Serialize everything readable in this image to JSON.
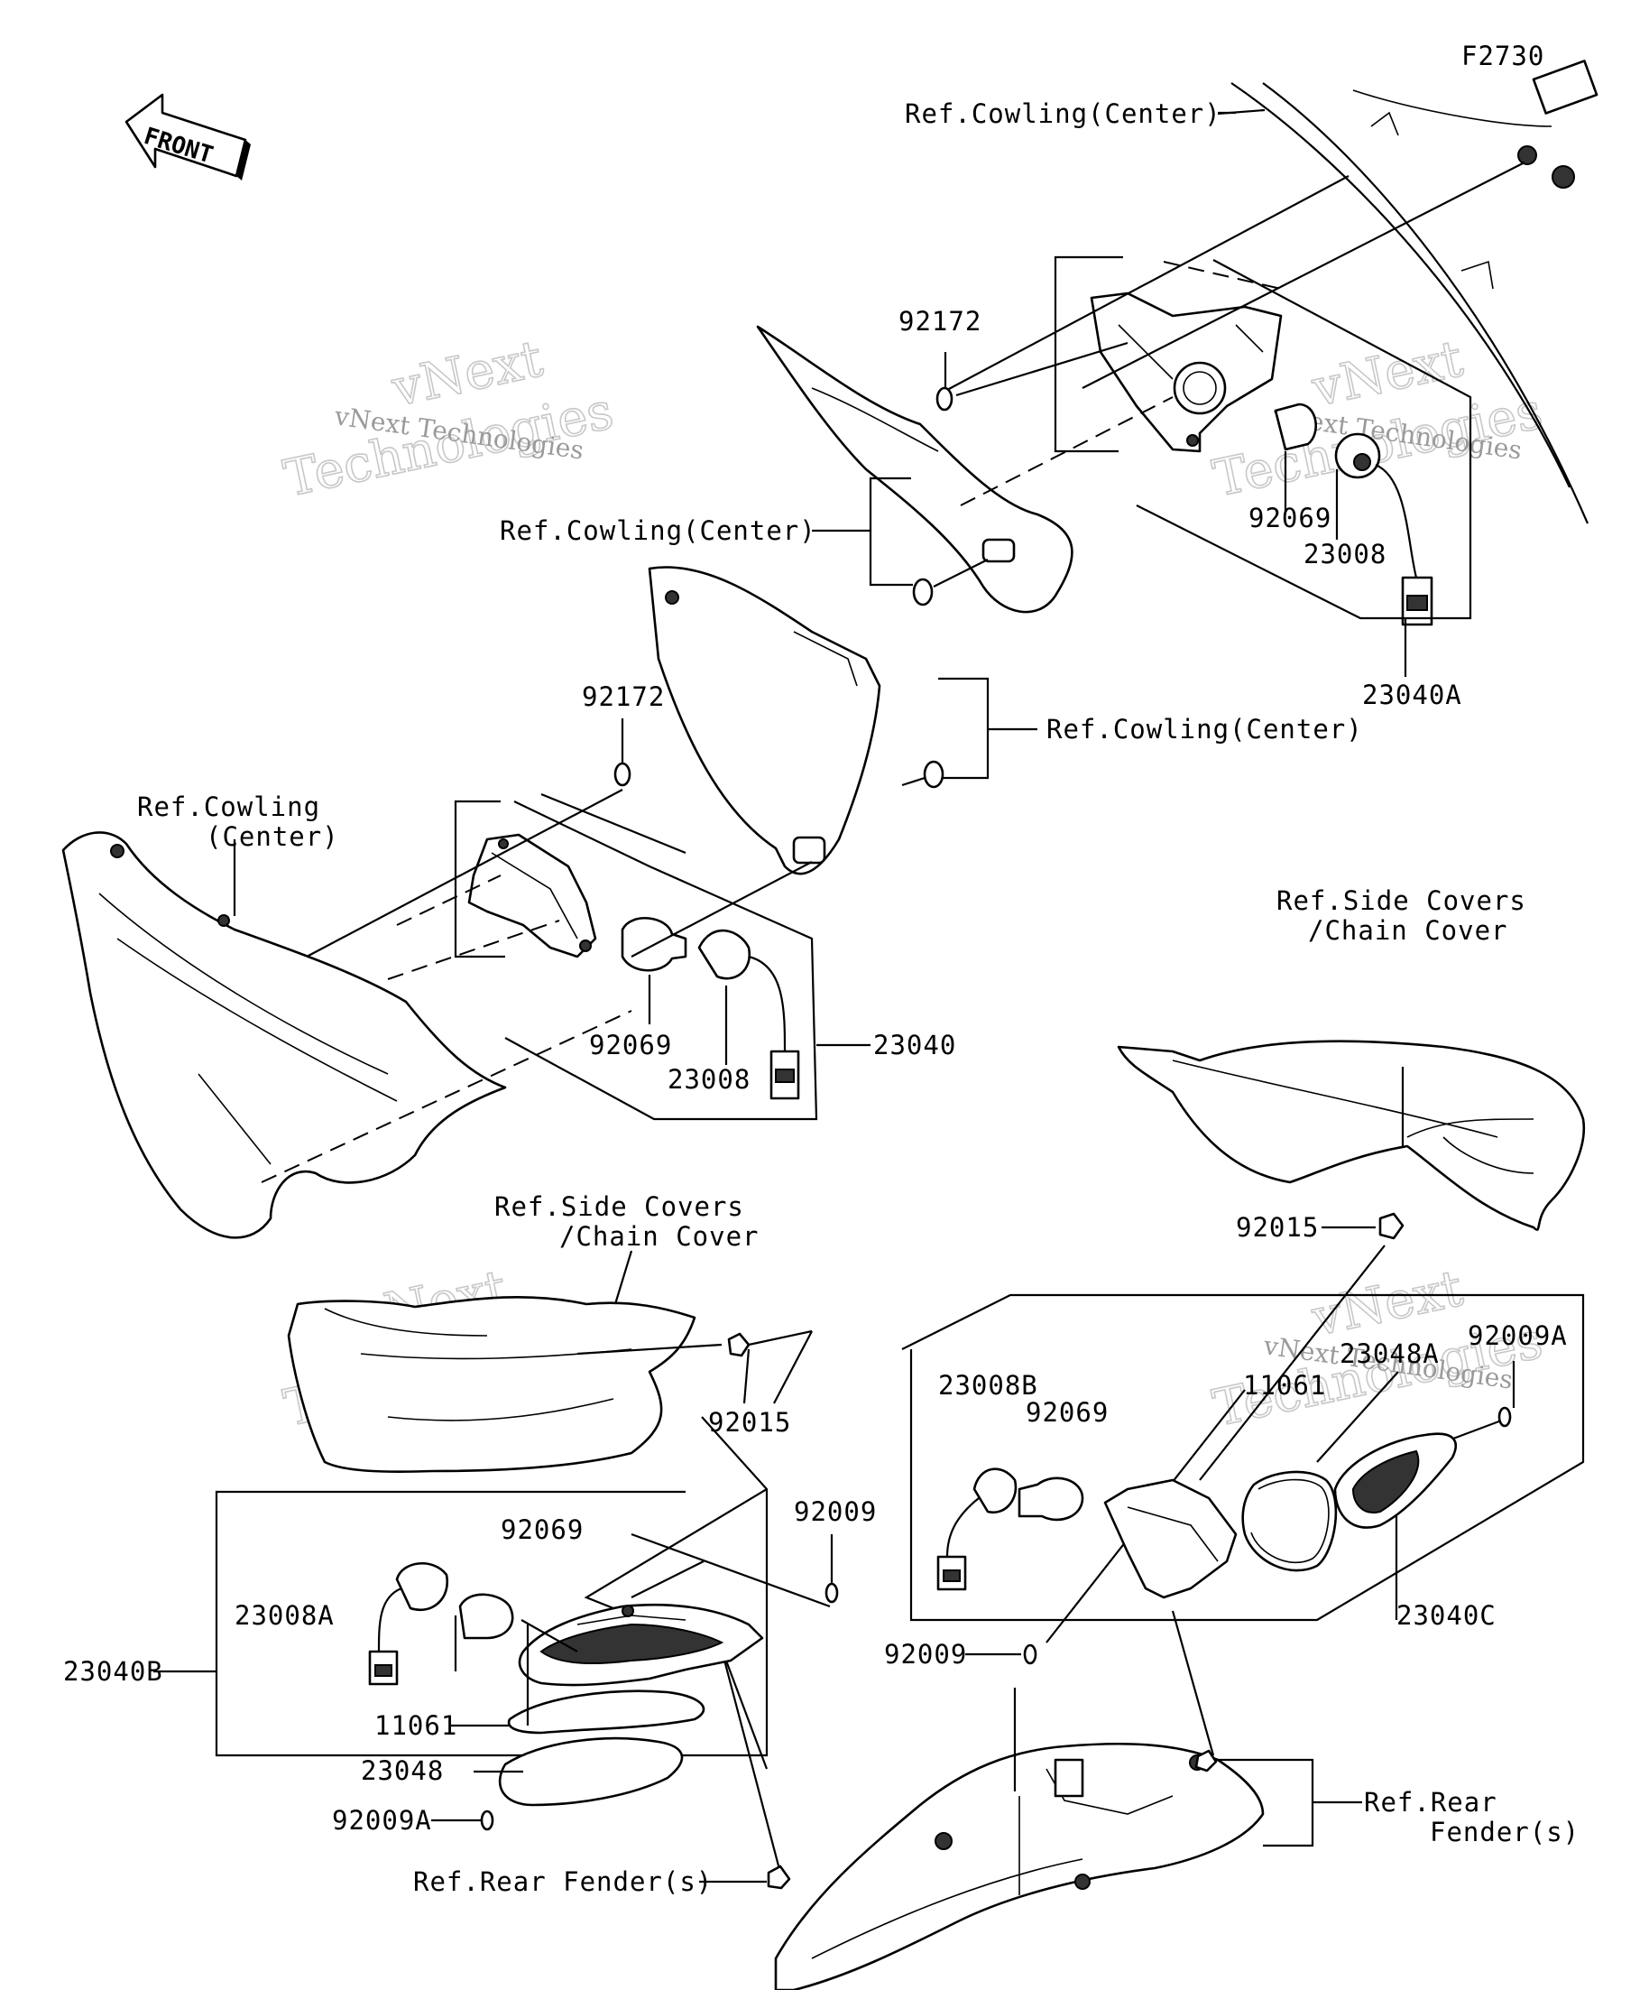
{
  "figure_code": "F2730",
  "front_label": "FRONT",
  "watermark": {
    "line1": "vNext",
    "line2": "Technologies",
    "small": "vNext Technologies"
  },
  "labels": {
    "ref_cowling_center_top": "Ref.Cowling(Center)",
    "ref_cowling_center_mid": "Ref.Cowling(Center)",
    "ref_cowling_center_right": "Ref.Cowling(Center)",
    "ref_cowling_left_1": "Ref.Cowling",
    "ref_cowling_left_2": "(Center)",
    "ref_side_covers_right_1": "Ref.Side Covers",
    "ref_side_covers_right_2": "/Chain Cover",
    "ref_side_covers_left_1": "Ref.Side Covers",
    "ref_side_covers_left_2": "/Chain Cover",
    "ref_rear_fender_left": "Ref.Rear Fender(s)",
    "ref_rear_fender_right_1": "Ref.Rear",
    "ref_rear_fender_right_2": "Fender(s)"
  },
  "parts": {
    "p92172_top": "92172",
    "p92069_top": "92069",
    "p23008_top": "23008",
    "p23040A": "23040A",
    "p92172_mid": "92172",
    "p92069_mid": "92069",
    "p23008_mid": "23008",
    "p23040": "23040",
    "p92015_right": "92015",
    "p92015_left": "92015",
    "p92009A_right": "92009A",
    "p23048A": "23048A",
    "p11061_right": "11061",
    "p23008B": "23008B",
    "p92069_right": "92069",
    "p23040C": "23040C",
    "p92009_right": "92009",
    "p92009_left": "92009",
    "p92069_left": "92069",
    "p23008A": "23008A",
    "p23040B": "23040B",
    "p11061_left": "11061",
    "p23048": "23048",
    "p92009A_left": "92009A"
  }
}
